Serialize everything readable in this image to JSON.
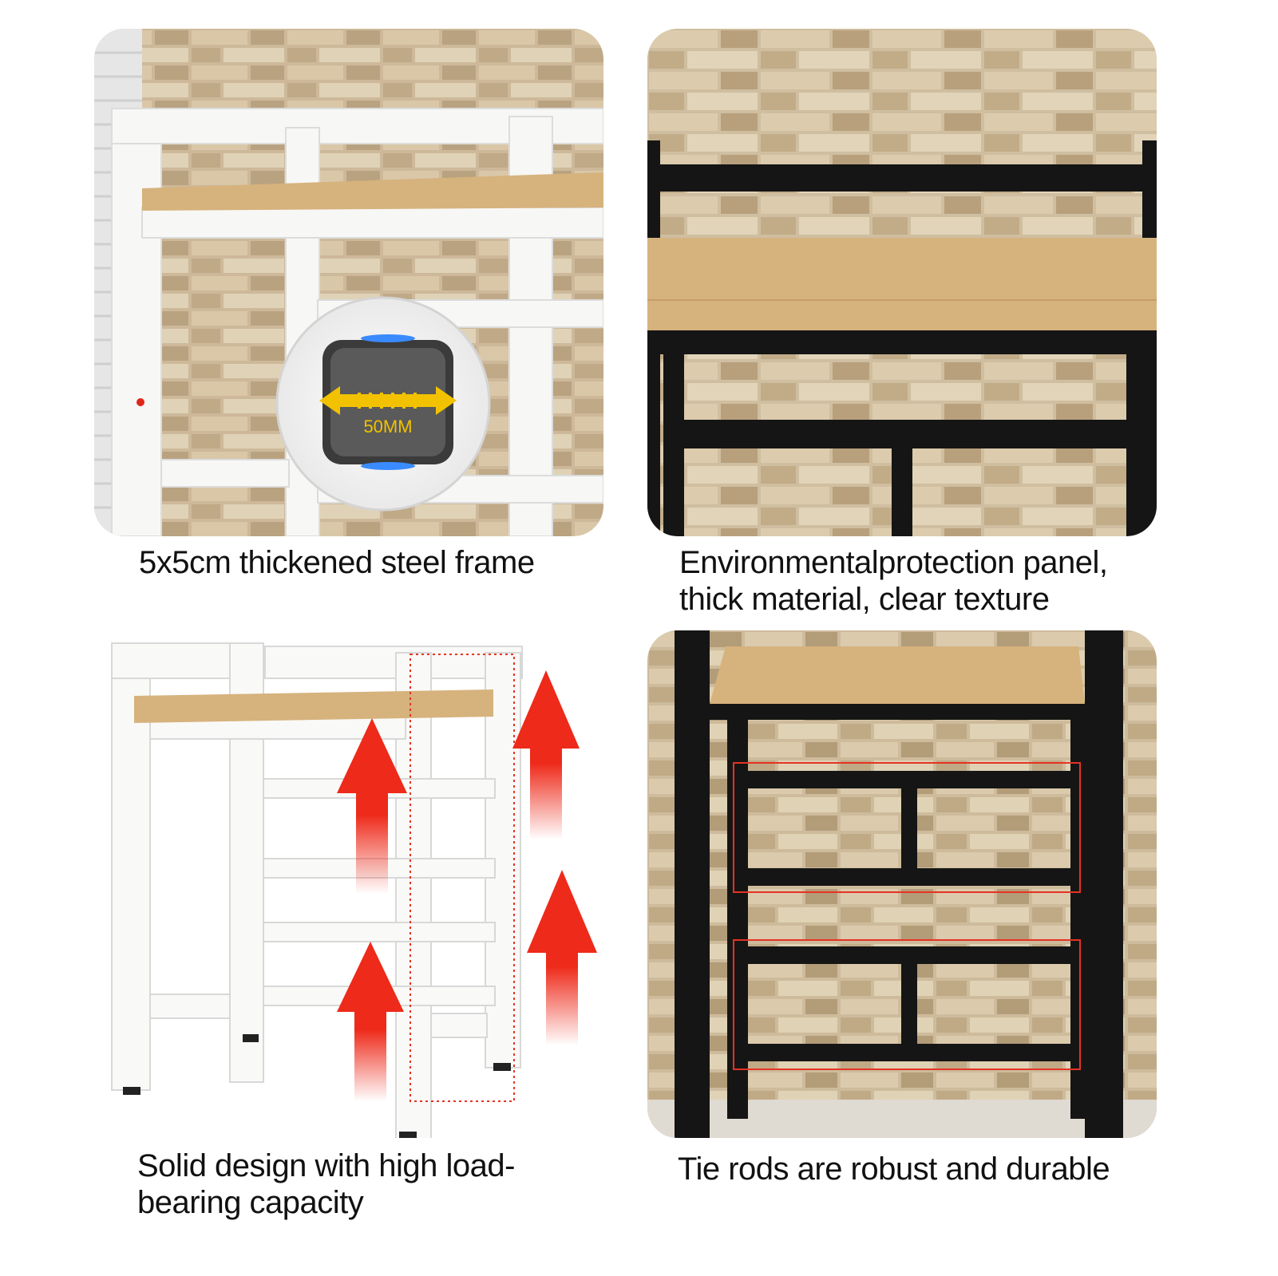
{
  "panels": [
    {
      "id": "steel-frame",
      "frame_color": "white",
      "callout_label": "50MM",
      "caption_lines": [
        "5x5cm thickened steel frame"
      ]
    },
    {
      "id": "panel-texture",
      "frame_color": "black",
      "caption_lines": [
        "Environmentalprotection panel,",
        "thick material, clear texture"
      ]
    },
    {
      "id": "load-bearing",
      "frame_color": "white",
      "caption_lines": [
        "Solid design with high load-",
        "bearing capacity"
      ]
    },
    {
      "id": "tie-rods",
      "frame_color": "black",
      "caption_lines": [
        "Tie rods are robust and durable"
      ]
    }
  ],
  "colors": {
    "stone": "#cdb99a",
    "stone_dark": "#a89272",
    "wood": "#d6b27d",
    "frame_white": "#f7f7f5",
    "frame_black": "#151515",
    "arrow_red": "#ee2a1a",
    "callout_yellow": "#f2c200",
    "highlight_red": "#e53323"
  }
}
